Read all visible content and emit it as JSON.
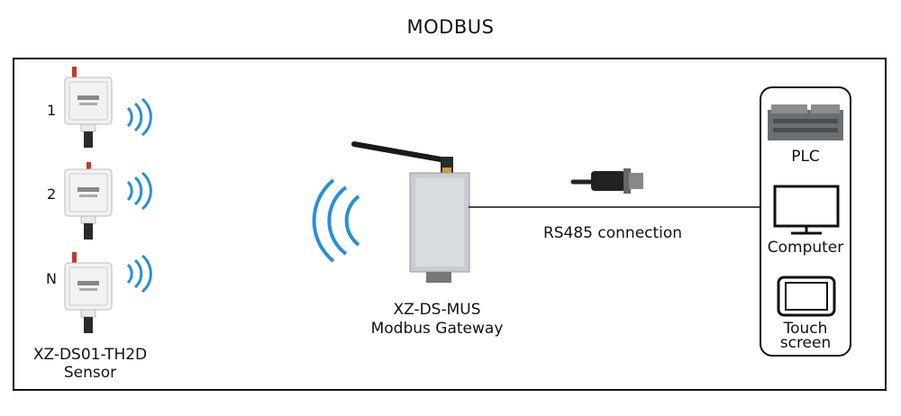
{
  "title": "MODBUS",
  "sensors": {
    "numbers": [
      "1",
      "2",
      "N"
    ],
    "model": "XZ-DS01-TH2D",
    "name": "Sensor"
  },
  "gateway": {
    "model": "XZ-DS-MUS",
    "name": "Modbus Gateway"
  },
  "connection": {
    "label": "RS485 connection"
  },
  "devices": {
    "plc": "PLC",
    "computer": "Computer",
    "touch_line1": "Touch",
    "touch_line2": "screen"
  },
  "colors": {
    "wave": "#2a8fd6",
    "frame": "#111111",
    "gateway_body": "#c9ccd0",
    "sensor_body": "#f2f2f2"
  }
}
